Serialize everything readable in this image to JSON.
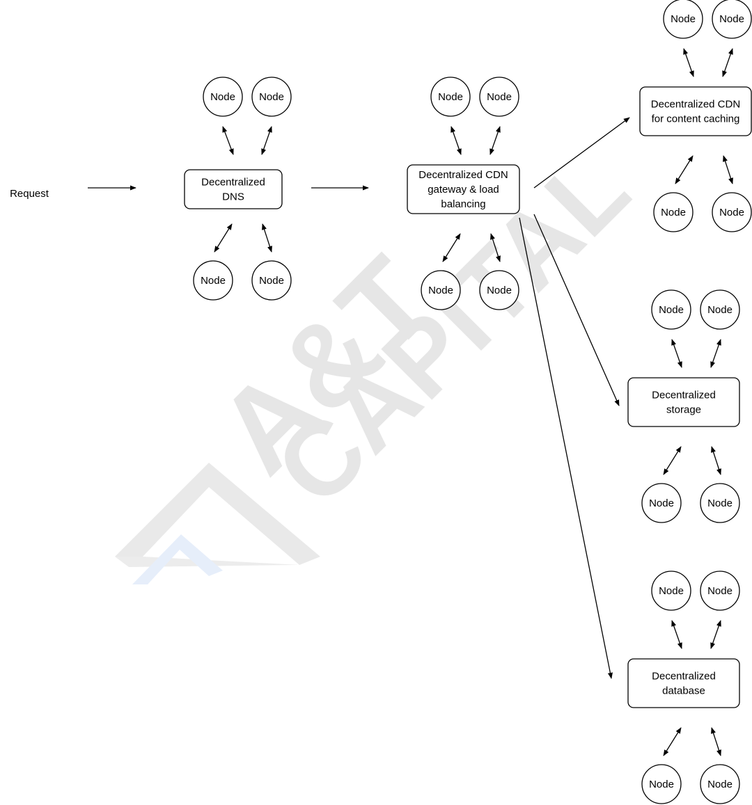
{
  "diagram": {
    "request_label": "Request",
    "watermark": {
      "line1": "A&T",
      "line2": "CAPITAL",
      "color": "#e6e6e6",
      "accent_color": "#e8f0fb"
    },
    "colors": {
      "stroke": "#000000",
      "fill": "#ffffff",
      "text": "#000000"
    },
    "components": [
      {
        "id": "dns",
        "lines": [
          "Decentralized",
          "DNS"
        ],
        "nodes": [
          "Node",
          "Node",
          "Node",
          "Node"
        ]
      },
      {
        "id": "gateway",
        "lines": [
          "Decentralized CDN",
          "gateway & load",
          "balancing"
        ],
        "nodes": [
          "Node",
          "Node",
          "Node",
          "Node"
        ]
      },
      {
        "id": "cdn",
        "lines": [
          "Decentralized CDN",
          "for content caching"
        ],
        "nodes": [
          "Node",
          "Node",
          "Node",
          "Node"
        ]
      },
      {
        "id": "storage",
        "lines": [
          "Decentralized",
          "storage"
        ],
        "nodes": [
          "Node",
          "Node",
          "Node",
          "Node"
        ]
      },
      {
        "id": "database",
        "lines": [
          "Decentralized",
          "database"
        ],
        "nodes": [
          "Node",
          "Node",
          "Node",
          "Node"
        ]
      }
    ],
    "flows": [
      {
        "from": "request",
        "to": "dns"
      },
      {
        "from": "dns",
        "to": "gateway"
      },
      {
        "from": "gateway",
        "to": "cdn"
      },
      {
        "from": "gateway",
        "to": "storage"
      },
      {
        "from": "gateway",
        "to": "database"
      }
    ]
  }
}
